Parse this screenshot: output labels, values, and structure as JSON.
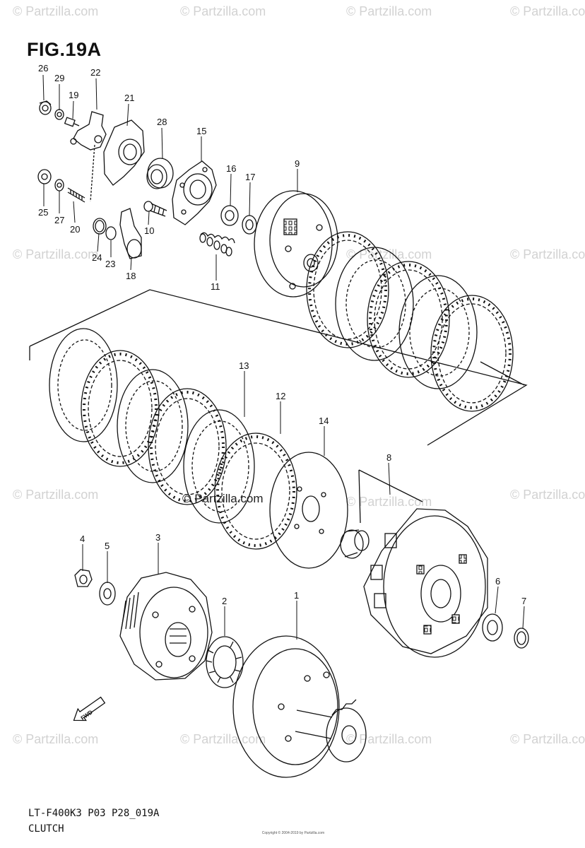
{
  "figure": {
    "title": "FIG.19A",
    "footer_code": "LT-F400K3 P03 P28_019A",
    "footer_name": "CLUTCH",
    "copyright": "Copyright © 2004-2019 by Partzilla.com"
  },
  "watermark": {
    "text": "© Partzilla.com",
    "center_text": "© Partzilla.com"
  },
  "callouts": [
    "1",
    "2",
    "3",
    "4",
    "5",
    "6",
    "7",
    "8",
    "9",
    "10",
    "11",
    "12",
    "13",
    "14",
    "15",
    "16",
    "17",
    "18",
    "19",
    "20",
    "21",
    "22",
    "23",
    "24",
    "25",
    "26",
    "27",
    "28",
    "29"
  ],
  "fwd_label": "FWD"
}
